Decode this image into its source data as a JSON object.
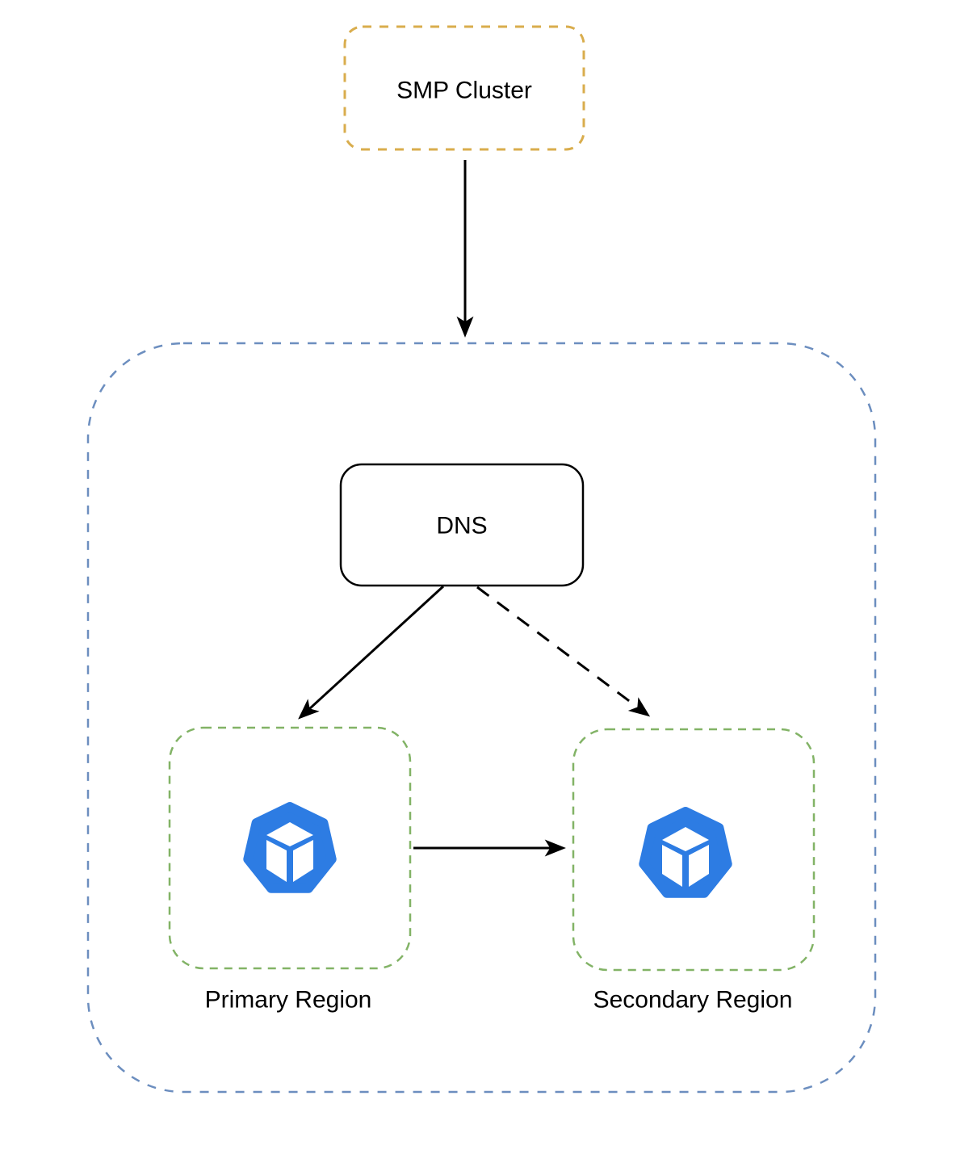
{
  "diagram": {
    "nodes": {
      "smp_cluster": {
        "label": "SMP Cluster",
        "border_style": "dashed"
      },
      "dns": {
        "label": "DNS",
        "border_style": "solid"
      },
      "primary_region": {
        "label": "Primary Region",
        "border_style": "dashed",
        "icon": "cluster-cube-icon"
      },
      "secondary_region": {
        "label": "Secondary Region",
        "border_style": "dashed",
        "icon": "cluster-cube-icon"
      }
    },
    "edges": [
      {
        "from": "SMP Cluster",
        "to": "regions-container",
        "style": "solid",
        "direction": "down"
      },
      {
        "from": "DNS",
        "to": "Primary Region",
        "style": "solid",
        "direction": "down-left"
      },
      {
        "from": "DNS",
        "to": "Secondary Region",
        "style": "dashed",
        "direction": "down-right"
      },
      {
        "from": "Primary Region",
        "to": "Secondary Region",
        "style": "solid",
        "direction": "right"
      }
    ],
    "colors": {
      "background": "#FFFFFF",
      "smp_border": "#D9AD4D",
      "container_border": "#6C8EBF",
      "region_border": "#82B366",
      "dns_border": "#000000",
      "icon_blue": "#2D7CE3",
      "icon_cube": "#FFFFFF",
      "arrow": "#000000",
      "text": "#000000"
    }
  }
}
